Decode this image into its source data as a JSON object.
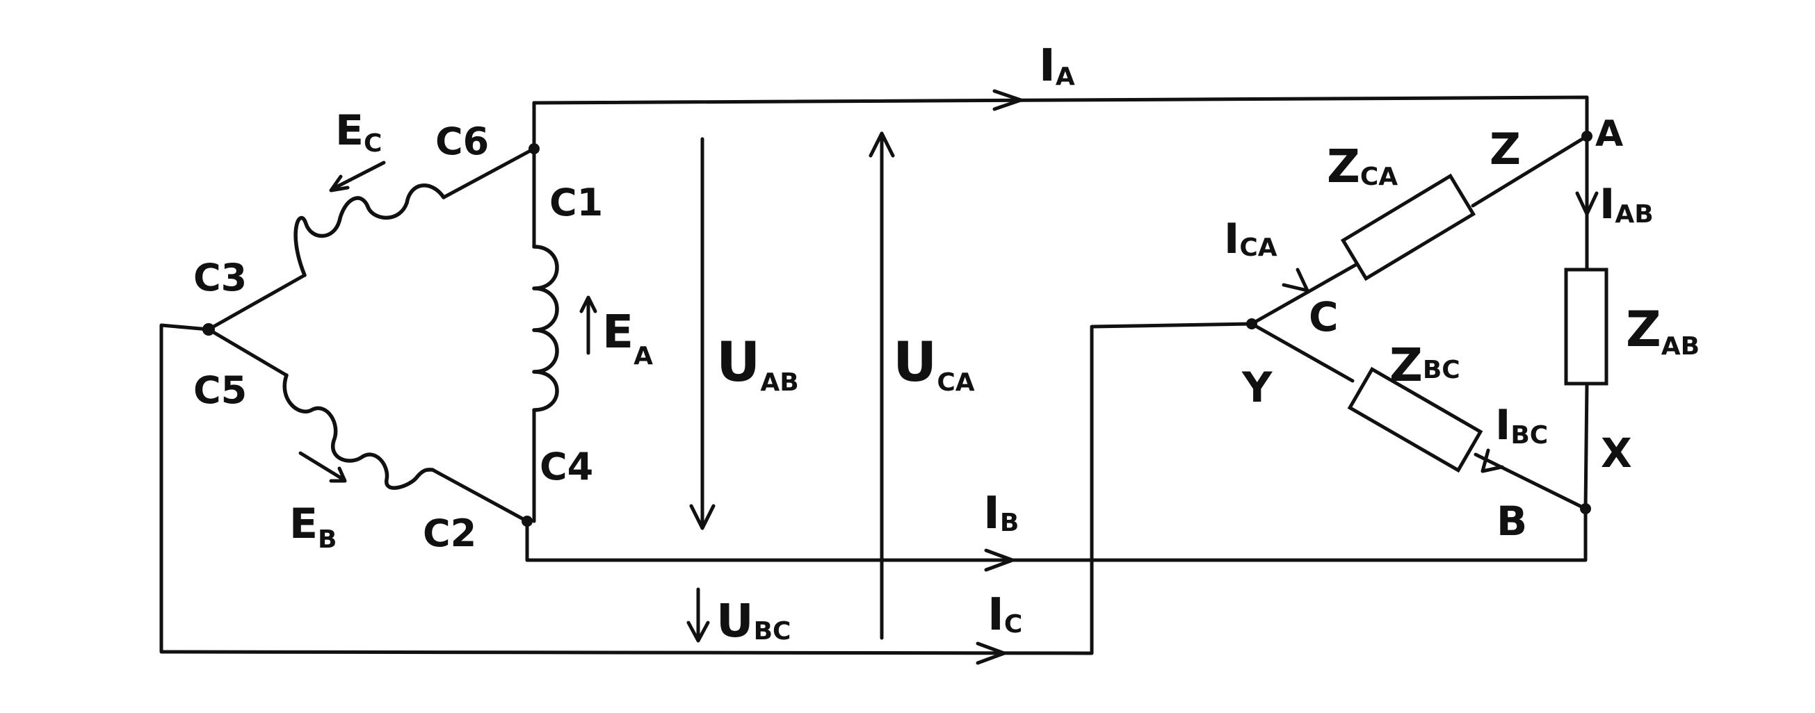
{
  "terminals": {
    "c1": "C1",
    "c2": "C2",
    "c3": "C3",
    "c4": "C4",
    "c5": "C5",
    "c6": "C6"
  },
  "emf": {
    "a": {
      "main": "E",
      "sub": "A"
    },
    "b": {
      "main": "E",
      "sub": "B"
    },
    "c": {
      "main": "E",
      "sub": "C"
    }
  },
  "voltages": {
    "uab": {
      "main": "U",
      "sub": "AB"
    },
    "uca": {
      "main": "U",
      "sub": "CA"
    },
    "ubc": {
      "main": "U",
      "sub": "BC"
    }
  },
  "line_currents": {
    "ia": {
      "main": "I",
      "sub": "A"
    },
    "ib": {
      "main": "I",
      "sub": "B"
    },
    "ic": {
      "main": "I",
      "sub": "C"
    }
  },
  "phase_currents": {
    "iab": {
      "main": "I",
      "sub": "AB"
    },
    "ibc": {
      "main": "I",
      "sub": "BC"
    },
    "ica": {
      "main": "I",
      "sub": "CA"
    }
  },
  "impedances": {
    "zab": {
      "main": "Z",
      "sub": "AB"
    },
    "zbc": {
      "main": "Z",
      "sub": "BC"
    },
    "zca": {
      "main": "Z",
      "sub": "CA"
    }
  },
  "load_nodes": {
    "a": "A",
    "b": "B",
    "c": "C",
    "x": "X",
    "y": "Y",
    "z": "Z"
  }
}
